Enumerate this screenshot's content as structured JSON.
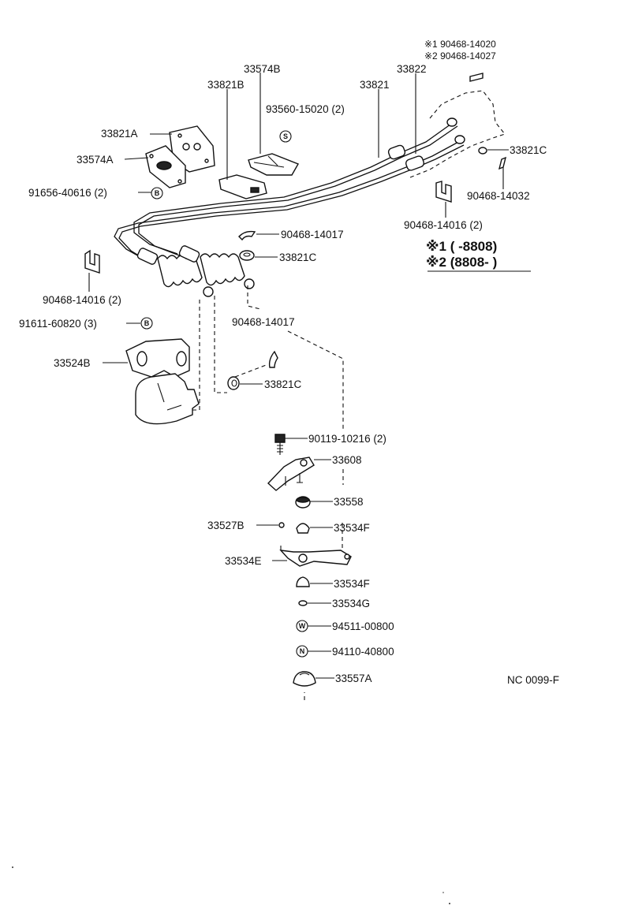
{
  "diagram": {
    "doc_code": "NC 0099-F",
    "note_star1_part": "※1 90468-14020",
    "note_star2_part": "※2 90468-14027",
    "note_star1_range": "※1 (      -8808)",
    "note_star2_range": "※2 (8808-      )",
    "labels": {
      "p33574B": "33574B",
      "p33821B": "33821B",
      "p33822": "33822",
      "p33821": "33821",
      "p93560": "93560-15020 (2)",
      "p33821A": "33821A",
      "p33574A": "33574A",
      "p91656": "91656-40616 (2)",
      "p33821C_a": "33821C",
      "p90468_14032": "90468-14032",
      "p90468_14016_a": "90468-14016 (2)",
      "p90468_14017_a": "90468-14017",
      "p33821C_b": "33821C",
      "p90468_14016_b": "90468-14016 (2)",
      "p91611": "91611-60820 (3)",
      "p90468_14017_b": "90468-14017",
      "p33524B": "33524B",
      "p33821C_c": "33821C",
      "p90119": "90119-10216 (2)",
      "p33608": "33608",
      "p33558": "33558",
      "p33527B": "33527B",
      "p33534F_a": "33534F",
      "p33534E": "33534E",
      "p33534F_b": "33534F",
      "p33534G": "33534G",
      "p94511": "94511-00800",
      "p94110": "94110-40800",
      "p33557A": "33557A"
    },
    "markers": {
      "s": "S",
      "b": "B",
      "w": "W",
      "n": "N"
    }
  }
}
